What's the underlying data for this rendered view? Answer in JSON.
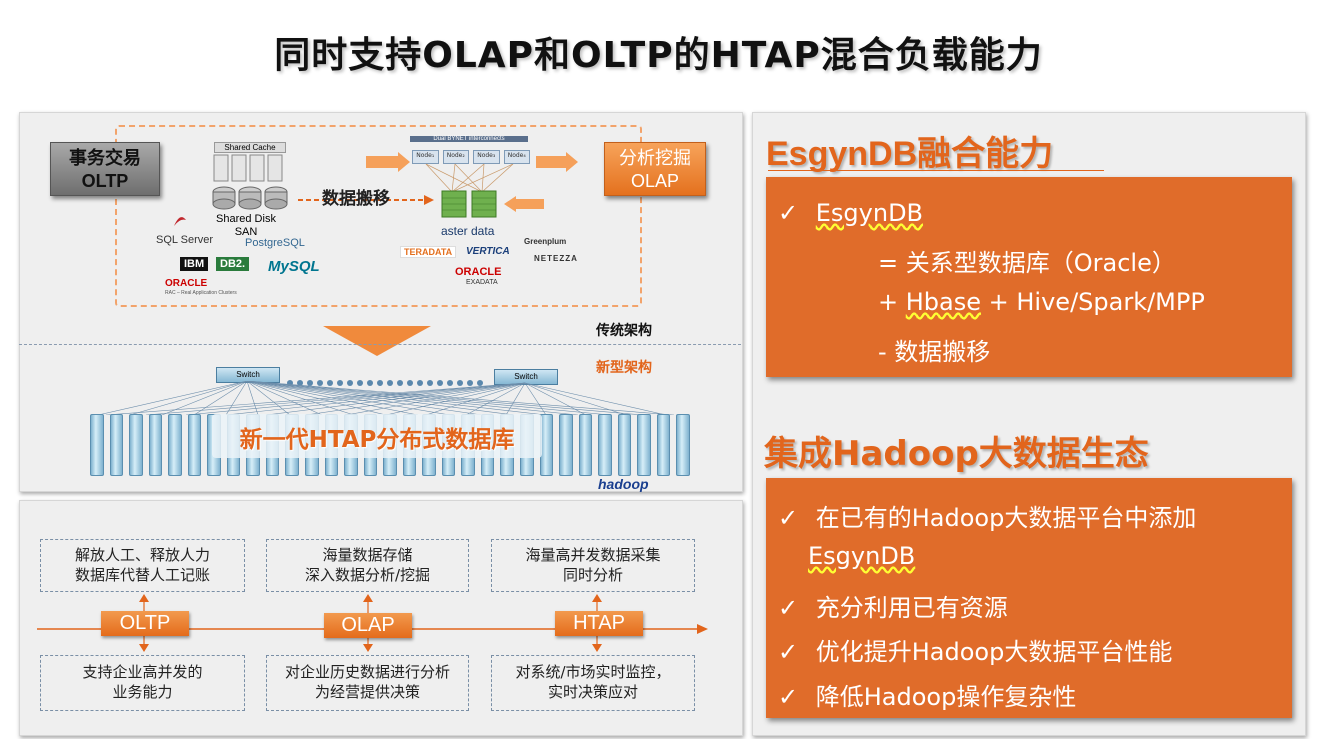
{
  "title": "同时支持OLAP和OLTP的HTAP混合负载能力",
  "top_diagram": {
    "oltp_box": {
      "line1": "事务交易",
      "line2": "OLTP"
    },
    "olap_box": {
      "line1": "分析挖掘",
      "line2": "OLAP"
    },
    "shared_cache": "Shared Cache",
    "shared_disk": "Shared Disk",
    "san": "SAN",
    "interconnect": "Dual BYNET interconnects",
    "data_move": "数据搬移",
    "nodes": [
      "Node₁",
      "Node₂",
      "Node₃",
      "Node₄"
    ],
    "logos_left": [
      "SQL Server",
      "PostgreSQL",
      "IBM",
      "DB2.",
      "MySQL",
      "ORACLE",
      "RAC – Real Application Clusters"
    ],
    "logos_right": [
      "aster data",
      "TERADATA",
      "VERTICA",
      "Greenplum",
      "NETEZZA",
      "ORACLE",
      "EXADATA"
    ],
    "traditional_label": "传统架构",
    "new_label": "新型架构",
    "switch_left": "Switch",
    "switch_right": "Switch",
    "new_db_label": "新一代HTAP分布式数据库",
    "hadoop_logo": "hadoop"
  },
  "bottom_diagram": {
    "top_boxes": [
      {
        "line1": "解放人工、释放人力",
        "line2": "数据库代替人工记账"
      },
      {
        "line1": "海量数据存储",
        "line2": "深入数据分析/挖掘"
      },
      {
        "line1": "海量高并发数据采集",
        "line2": "同时分析"
      }
    ],
    "tags": [
      "OLTP",
      "OLAP",
      "HTAP"
    ],
    "bottom_boxes": [
      {
        "line1": "支持企业高并发的",
        "line2": "业务能力"
      },
      {
        "line1": "对企业历史数据进行分析",
        "line2": "为经营提供决策"
      },
      {
        "line1": "对系统/市场实时监控，",
        "line2": "实时决策应对"
      }
    ]
  },
  "right_panel": {
    "heading1": "EsgynDB融合能力",
    "box1": {
      "check": "✓",
      "item": "EsgynDB",
      "eq": "= 关系型数据库（Oracle）",
      "plus_prefix": "+ ",
      "plus_hbase": "Hbase",
      "plus_rest": " + Hive/Spark/MPP",
      "minus": "- 数据搬移"
    },
    "heading2": "集成Hadoop大数据生态",
    "box2": {
      "items": [
        "在已有的Hadoop大数据平台中添加",
        "充分利用已有资源",
        "优化提升Hadoop大数据平台性能",
        "降低Hadoop操作复杂性"
      ],
      "continuation": "EsgynDB"
    }
  },
  "colors": {
    "accent": "#e2651c",
    "box": "#e06c2a",
    "panel": "#efefef"
  }
}
